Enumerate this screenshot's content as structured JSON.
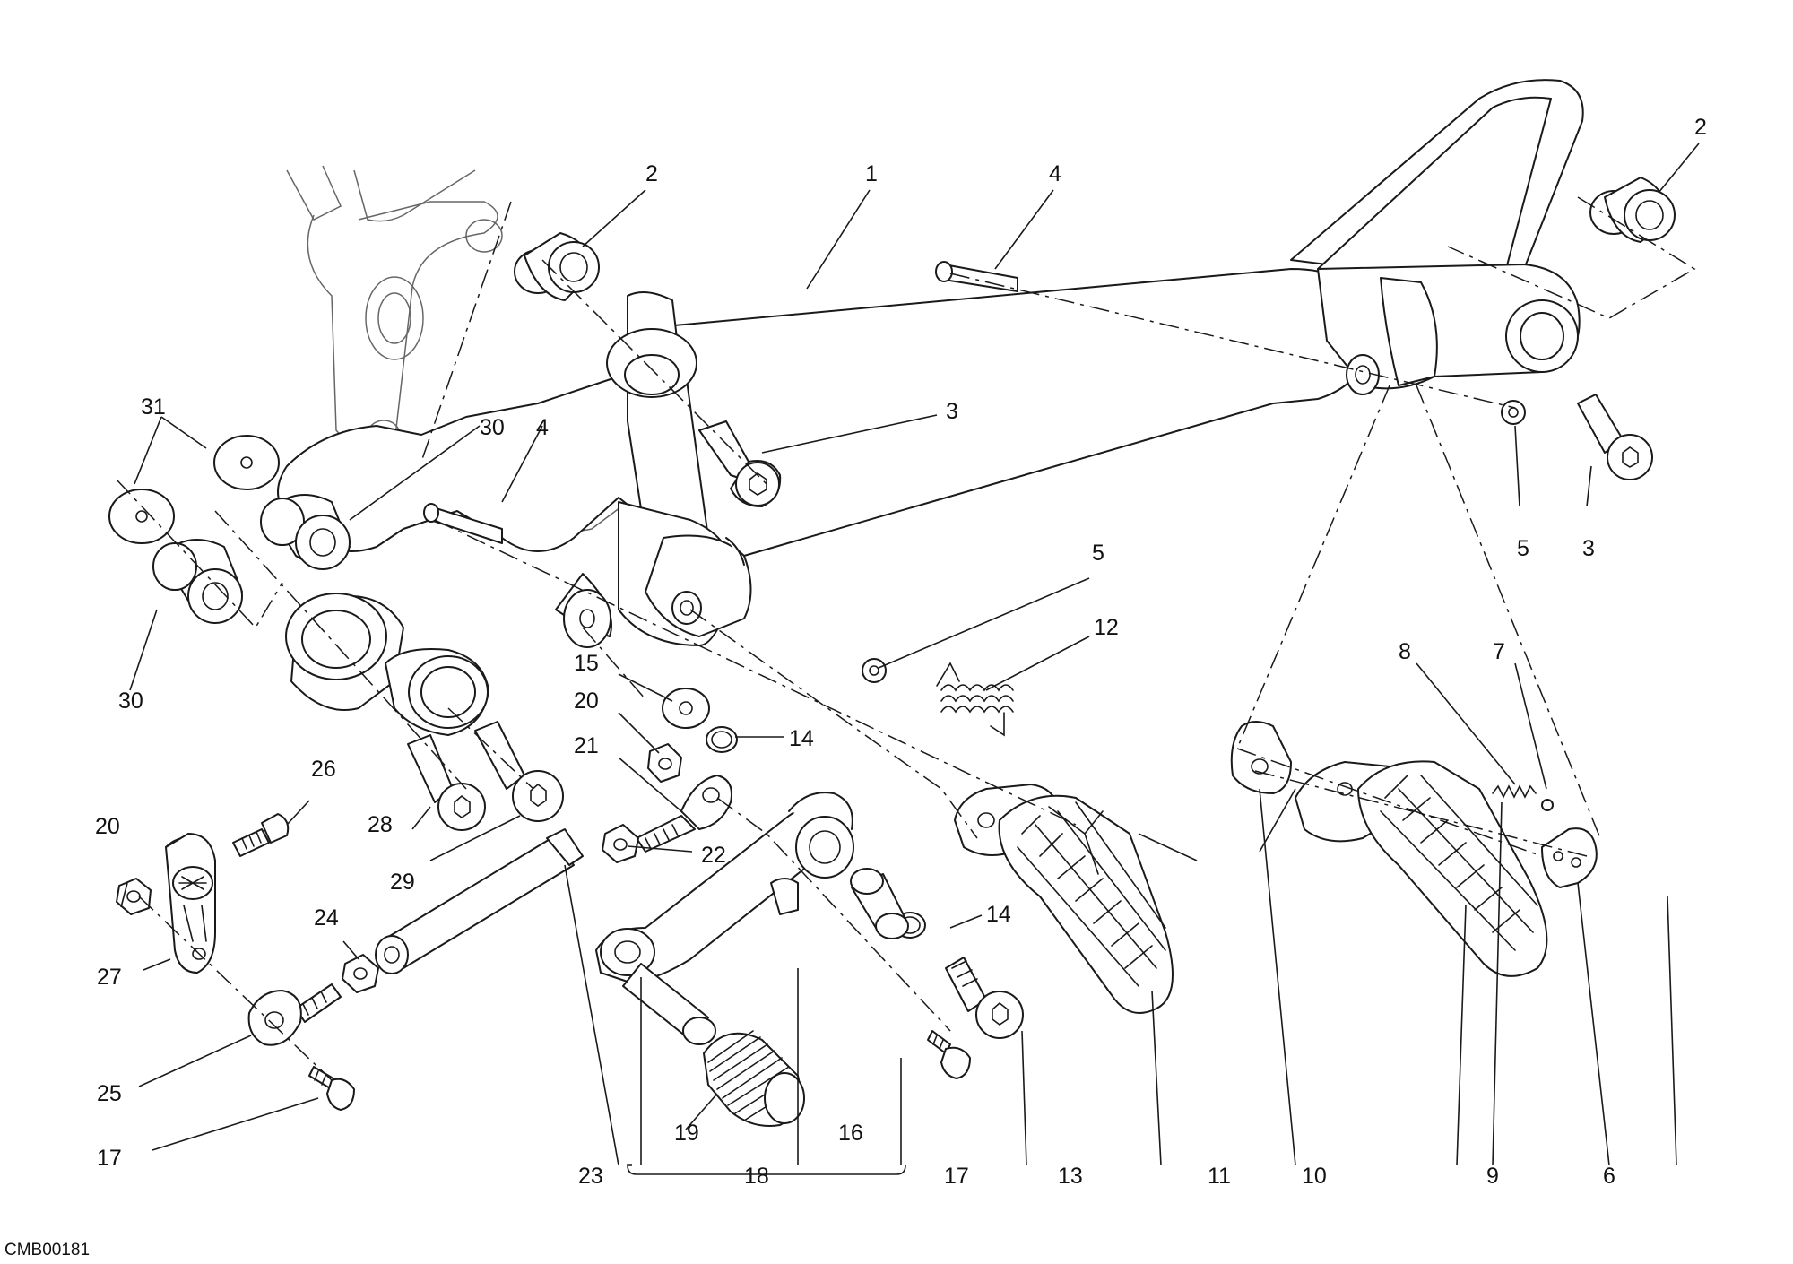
{
  "diagram": {
    "code": "CMB00181",
    "labels": [
      "1",
      "2",
      "3",
      "4",
      "5",
      "6",
      "7",
      "8",
      "9",
      "10",
      "11",
      "12",
      "13",
      "14",
      "15",
      "16",
      "17",
      "18",
      "19",
      "20",
      "21",
      "22",
      "23",
      "24",
      "25",
      "26",
      "27",
      "28",
      "29",
      "30",
      "31"
    ]
  }
}
